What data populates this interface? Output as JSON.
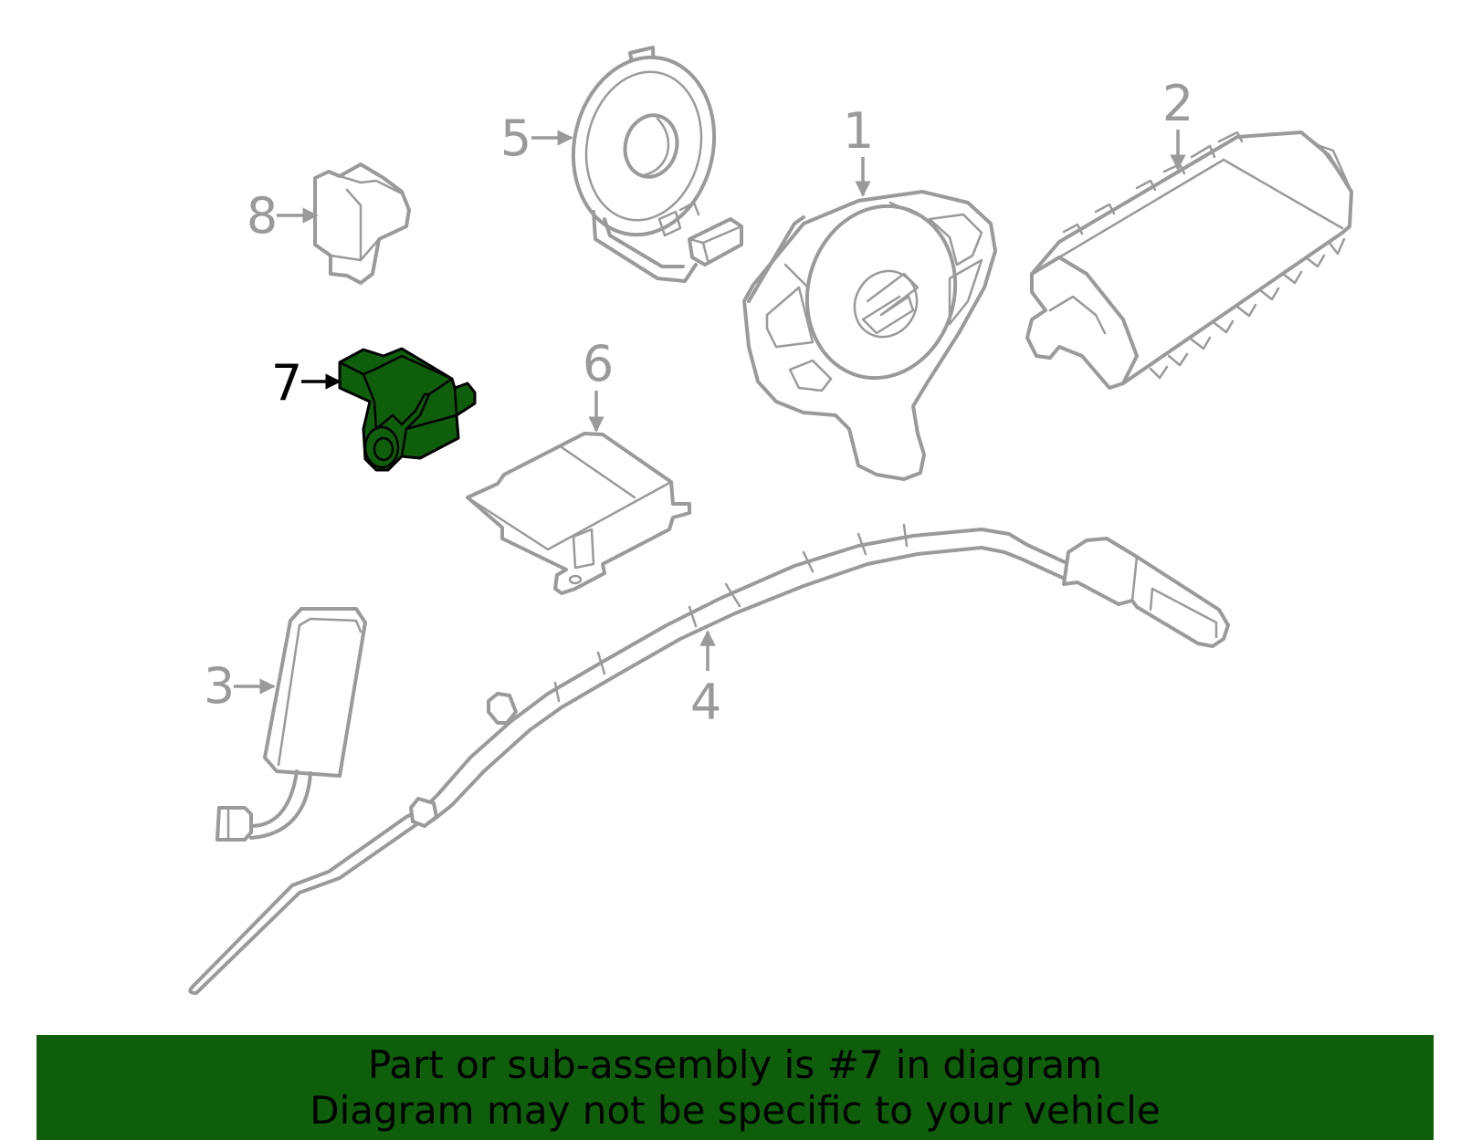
{
  "diagram": {
    "highlight_color": "#0f5e0b",
    "line_color": "#9a9a9a",
    "callouts": [
      "1",
      "2",
      "3",
      "4",
      "5",
      "6",
      "7",
      "8"
    ],
    "highlighted_callout": "7"
  },
  "banner": {
    "line1": "Part or sub-assembly is #7 in diagram",
    "line2": "Diagram may not be specific to your vehicle",
    "background": "#0f5e0b"
  }
}
